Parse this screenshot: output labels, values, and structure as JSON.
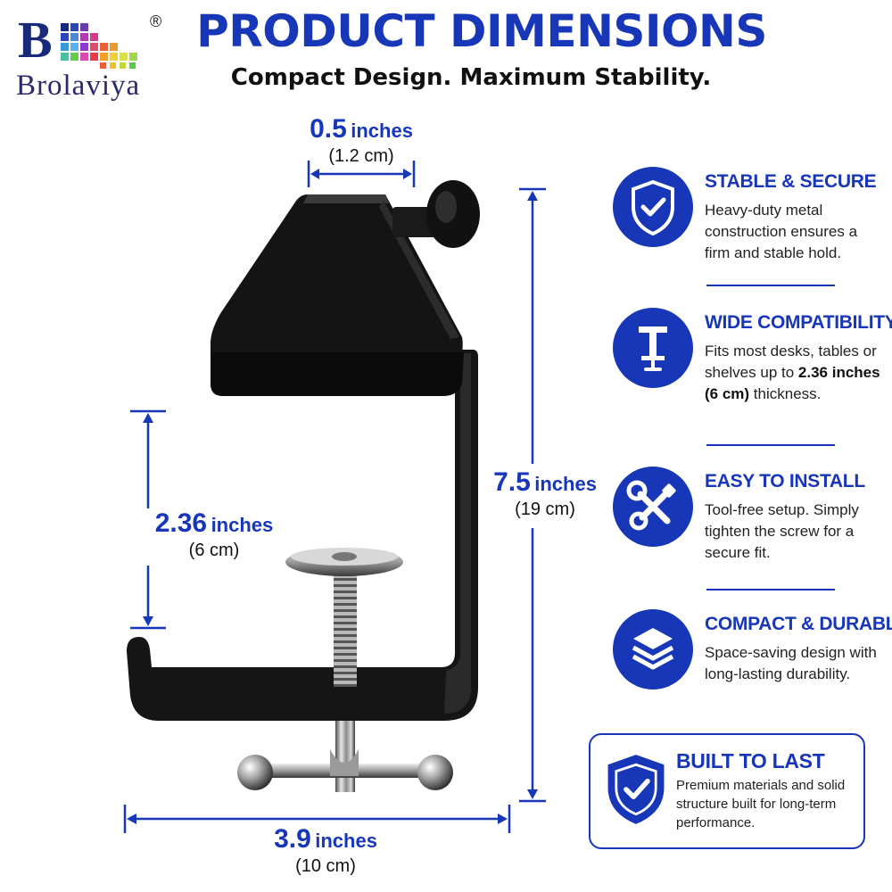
{
  "brand": {
    "letter": "B",
    "name": "Brolaviya",
    "registered": "®"
  },
  "header": {
    "title": "PRODUCT DIMENSIONS",
    "subtitle": "Compact Design. Maximum Stability."
  },
  "dimensions": {
    "top_width": {
      "value": "0.5",
      "unit": "inches",
      "metric": "(1.2 cm)"
    },
    "opening": {
      "value": "2.36",
      "unit": "inches",
      "metric": "(6 cm)"
    },
    "height": {
      "value": "7.5",
      "unit": "inches",
      "metric": "(19 cm)"
    },
    "base_width": {
      "value": "3.9",
      "unit": "inches",
      "metric": "(10 cm)"
    }
  },
  "features": [
    {
      "icon": "shield-check-icon",
      "title": "STABLE & SECURE",
      "desc": "Heavy-duty metal construction ensures a firm and stable hold."
    },
    {
      "icon": "clamp-icon",
      "title": "WIDE COMPATIBILITY",
      "desc_before": "Fits most desks, tables or shelves up to ",
      "desc_bold": "2.36 inches (6 cm)",
      "desc_after": " thickness."
    },
    {
      "icon": "tools-icon",
      "title": "EASY TO INSTALL",
      "desc": "Tool-free setup. Simply tighten the screw for a secure fit."
    },
    {
      "icon": "layers-icon",
      "title": "COMPACT & DURABLE",
      "desc": "Space-saving design with long-lasting durability."
    }
  ],
  "built_to_last": {
    "icon": "shield-check-icon",
    "title": "BUILT TO LAST",
    "desc": "Premium materials and solid structure built for long-term performance."
  },
  "colors": {
    "accent": "#1736b8",
    "product": "#111111"
  }
}
